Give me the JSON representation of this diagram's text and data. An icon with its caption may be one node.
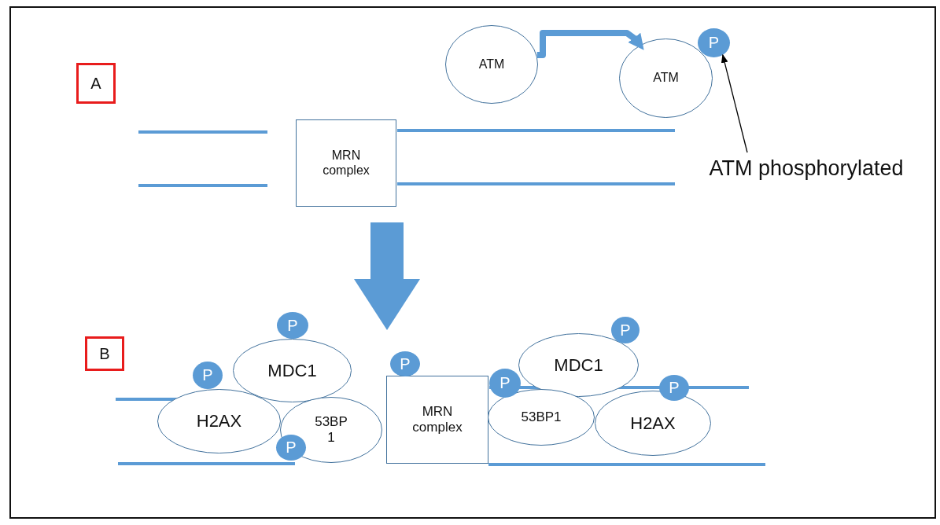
{
  "diagram": {
    "nodes": [
      {
        "text": [
          "A"
        ]
      },
      {
        "text": [
          "ATM"
        ]
      },
      {
        "text": [
          "ATM"
        ]
      },
      {
        "text": [
          "P"
        ]
      },
      {
        "text": [
          "ATM phosphorylated"
        ]
      },
      {
        "text": [
          "MRN complex"
        ]
      },
      {
        "text": [
          "B"
        ]
      },
      {
        "text": [
          "MDC1"
        ]
      },
      {
        "text": [
          "P"
        ]
      },
      {
        "text": [
          "H2AX"
        ]
      },
      {
        "text": [
          "P"
        ]
      },
      {
        "text": [
          "53BP 1"
        ]
      },
      {
        "text": [
          "P"
        ]
      },
      {
        "text": [
          "MRN complex"
        ]
      },
      {
        "text": [
          "P"
        ]
      },
      {
        "text": [
          "MDC1"
        ]
      },
      {
        "text": [
          "P"
        ]
      },
      {
        "text": [
          "P"
        ]
      },
      {
        "text": [
          "53BP1"
        ]
      },
      {
        "text": [
          "H2AX"
        ]
      },
      {
        "text": [
          "P"
        ]
      }
    ],
    "edges": [
      {
        "from": 1,
        "to": 2,
        "arrow": "to",
        "style": "thick"
      },
      {
        "from": 4,
        "to": 3,
        "arrow": "to",
        "color": "#000000"
      },
      {
        "from": 5,
        "to": 13,
        "arrow": "to",
        "style": "thick"
      }
    ]
  }
}
